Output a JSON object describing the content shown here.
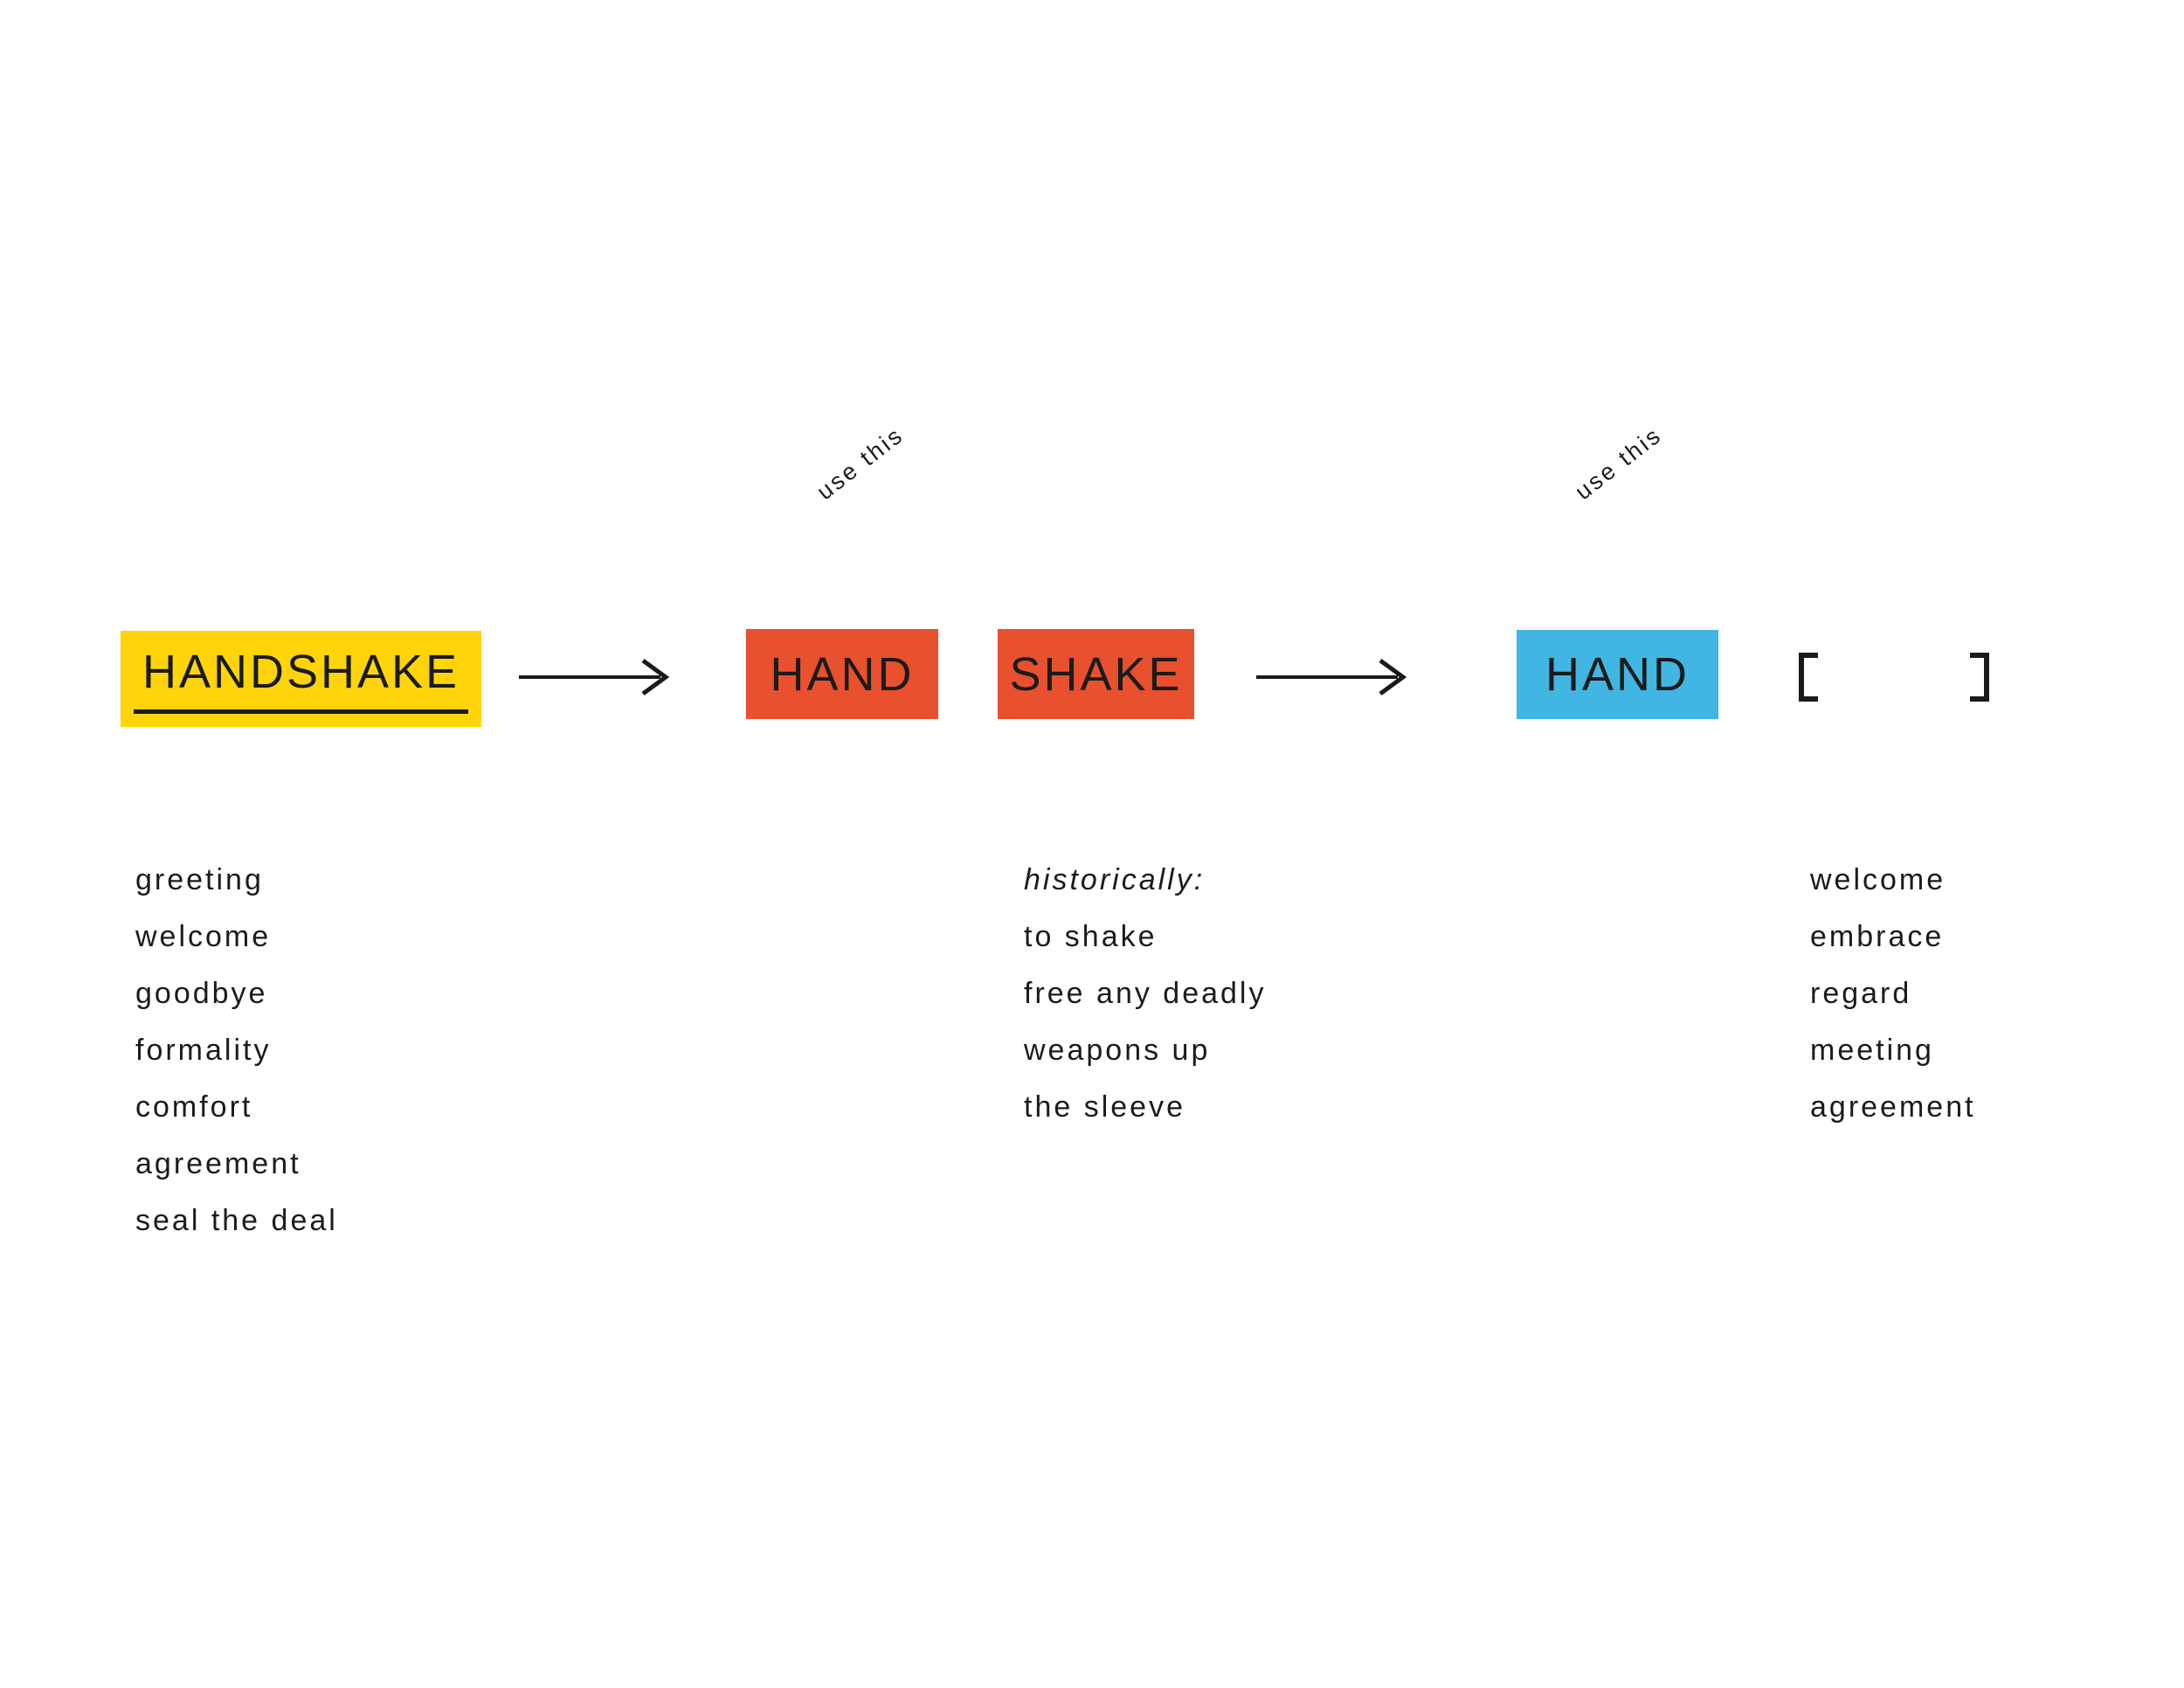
{
  "colors": {
    "background": "#ffffff",
    "yellow": "#ffd40b",
    "red": "#e8502e",
    "blue": "#41b6e2",
    "ink": "#1b1b1b"
  },
  "flow": {
    "source_label": "HANDSHAKE",
    "use_this_left": "use this",
    "use_this_right": "use this",
    "part_1_label": "HAND",
    "part_2_label": "SHAKE",
    "kept_label": "HAND",
    "bracket_open": "[",
    "bracket_close": "]"
  },
  "lists": {
    "handshake_meanings": {
      "items": [
        "greeting",
        "welcome",
        "goodbye",
        "formality",
        "comfort",
        "agreement",
        "seal the deal"
      ]
    },
    "shake_history": {
      "heading": "historically:",
      "items": [
        "to shake",
        "free any deadly",
        "weapons up",
        "the sleeve"
      ]
    },
    "hand_meanings": {
      "items": [
        "welcome",
        "embrace",
        "regard",
        "meeting",
        "agreement"
      ]
    }
  }
}
